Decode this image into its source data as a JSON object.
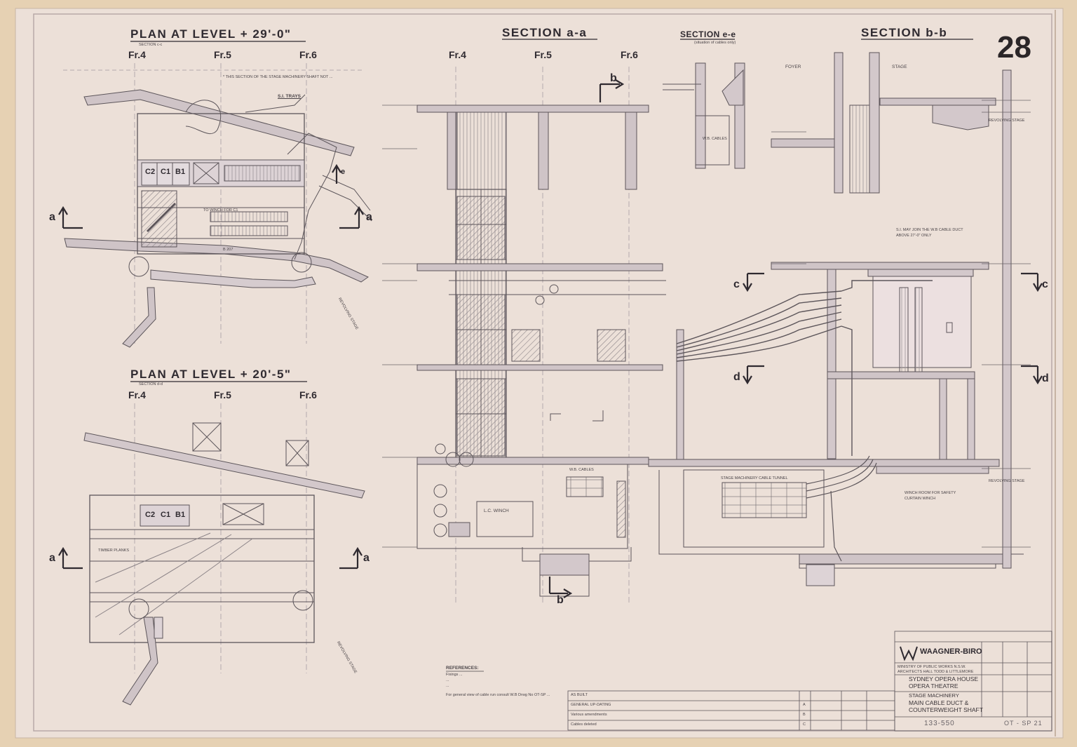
{
  "sheet": {
    "number": "28"
  },
  "plan_upper": {
    "title": "PLAN AT LEVEL  + 29'-0\"",
    "section_ref": "SECTION  c-c",
    "frames": [
      "Fr.4",
      "Fr.5",
      "Fr.6"
    ],
    "tray_label": "S.I. TRAYS",
    "cells": [
      "C2",
      "C1",
      "B1"
    ],
    "note": "* THIS SECTION OF THE STAGE MACHINERY SHAFT NOT ...",
    "lbl_winch": "TO WINCH FOR C1",
    "lbl_b207": "B 207",
    "revolving": "REVOLVING STAGE"
  },
  "plan_lower": {
    "title": "PLAN AT LEVEL  + 20'-5\"",
    "section_ref": "SECTION  d-d",
    "frames": [
      "Fr.4",
      "Fr.5",
      "Fr.6"
    ],
    "cells": [
      "C2",
      "C1",
      "B1"
    ],
    "timber": "TIMBER PLANKS",
    "revolving": "REVOLVING STAGE"
  },
  "section_aa": {
    "title": "SECTION  a-a",
    "frames": [
      "Fr.4",
      "Fr.5",
      "Fr.6"
    ],
    "winch": "L.C. WINCH",
    "cables": "W.B. CABLES"
  },
  "section_ee": {
    "title": "SECTION e-e",
    "subtitle": "(situation of cables only)",
    "cables": "W.B. CABLES"
  },
  "section_bb": {
    "title": "SECTION  b-b",
    "foyer": "FOYER",
    "stage": "STAGE",
    "note": "S.I. MAY JOIN THE W.B CABLE DUCT ABOVE 27'-0\" ONLY",
    "tunnel": "STAGE MACHINERY CABLE TUNNEL",
    "winch_room": "WINCH ROOM FOR SAFETY CURTAIN WINCH",
    "rev_stage": "REVOLVING STAGE"
  },
  "markers": {
    "a": "a",
    "b": "b",
    "c": "c",
    "d": "d",
    "e": "e"
  },
  "references": {
    "heading": "REFERENCES:",
    "lines": [
      "Fixings ...",
      "...",
      "..."
    ],
    "general": "For general view of cable run consult W.B Drwg No OT-SP ..."
  },
  "revisions": {
    "rows": [
      {
        "text": "AS BUILT",
        "mark": ""
      },
      {
        "text": "GENERAL UP-DATING",
        "mark": "A"
      },
      {
        "text": "Various amendments",
        "mark": "B"
      },
      {
        "text": "Cables deleted",
        "mark": "C"
      }
    ]
  },
  "title_block": {
    "company": "WAAGNER-BIRO",
    "client": "MINISTRY OF PUBLIC WORKS N.S.W. ARCHITECTS HALL TODD & LITTLEMORE",
    "project_1": "SYDNEY OPERA HOUSE",
    "project_2": "OPERA THEATRE",
    "subject_1": "STAGE MACHINERY",
    "subject_2": "MAIN CABLE DUCT &",
    "subject_3": "COUNTERWEIGHT SHAFT",
    "drawing_no": "133-550",
    "ref_no": "OT - SP 21"
  },
  "colors": {
    "paper": "#e8d6bd",
    "sheet": "#efe4df",
    "ink": "#3a3438",
    "hatch": "#8c8488"
  }
}
